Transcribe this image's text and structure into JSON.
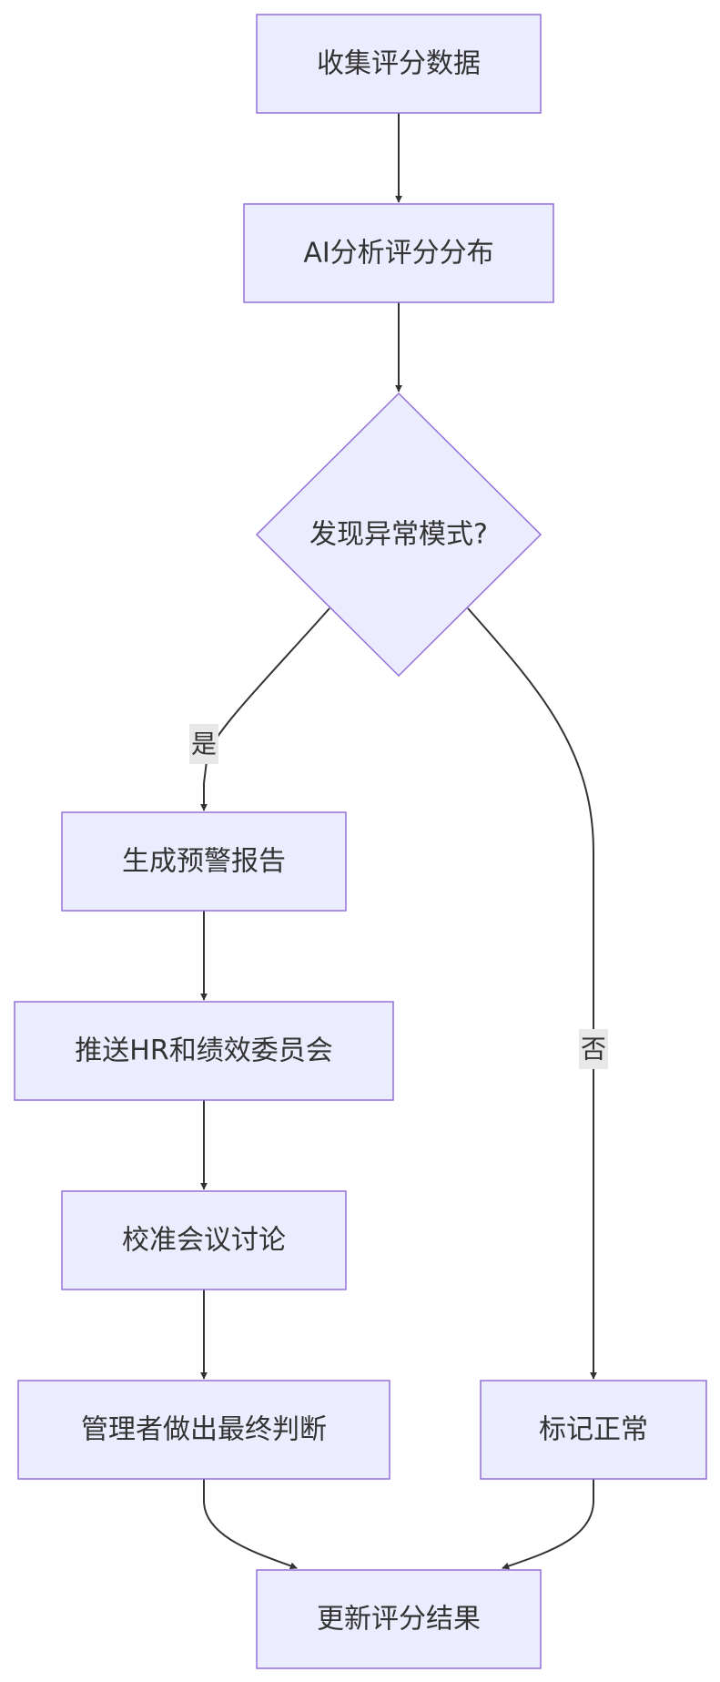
{
  "diagram": {
    "colors": {
      "node_fill": "#ECECFF",
      "node_stroke": "#9370DB",
      "edge": "#333333",
      "label_bg": "#e8e8e8",
      "text": "#333333"
    },
    "nodes": {
      "collect": "收集评分数据",
      "analyze": "AI分析评分分布",
      "decision": "发现异常模式?",
      "warn": "生成预警报告",
      "push": "推送HR和绩效委员会",
      "calibrate": "校准会议讨论",
      "judge": "管理者做出最终判断",
      "normal": "标记正常",
      "update": "更新评分结果"
    },
    "edge_labels": {
      "yes": "是",
      "no": "否"
    }
  }
}
